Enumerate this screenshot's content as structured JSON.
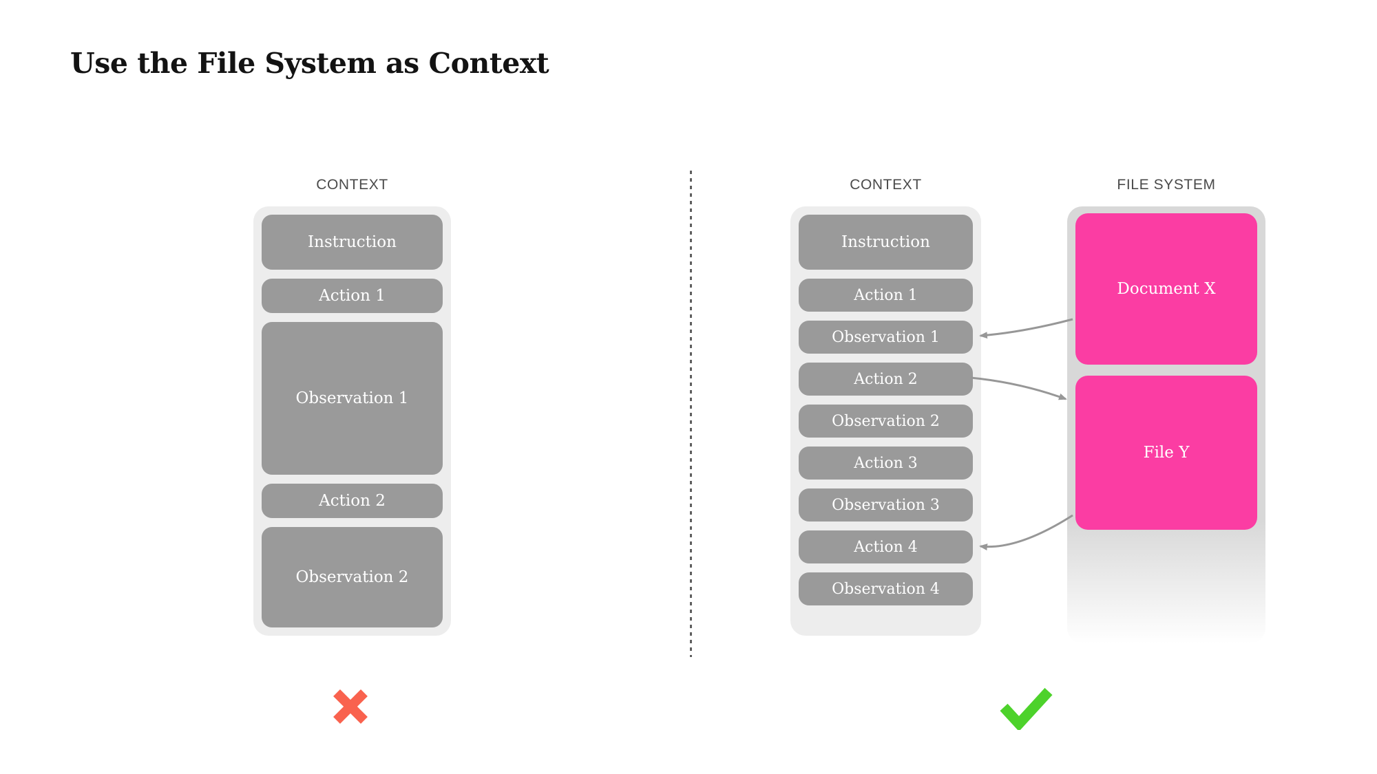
{
  "title": "Use the File System as Context",
  "left_panel": {
    "label": "CONTEXT",
    "boxes": [
      {
        "label": "Instruction"
      },
      {
        "label": "Action 1"
      },
      {
        "label": "Observation 1"
      },
      {
        "label": "Action 2"
      },
      {
        "label": "Observation 2"
      }
    ],
    "verdict_icon": "cross-icon"
  },
  "right_panel": {
    "context": {
      "label": "CONTEXT",
      "boxes": [
        {
          "label": "Instruction"
        },
        {
          "label": "Action 1"
        },
        {
          "label": "Observation 1"
        },
        {
          "label": "Action 2"
        },
        {
          "label": "Observation 2"
        },
        {
          "label": "Action 3"
        },
        {
          "label": "Observation 3"
        },
        {
          "label": "Action 4"
        },
        {
          "label": "Observation 4"
        }
      ]
    },
    "file_system": {
      "label": "FILE SYSTEM",
      "files": [
        {
          "label": "Document X"
        },
        {
          "label": "File Y"
        }
      ]
    },
    "verdict_icon": "check-icon"
  },
  "arrows": [
    {
      "from": "Document X",
      "to": "Observation 1"
    },
    {
      "from": "Action 2",
      "to": "File Y"
    },
    {
      "from": "File Y",
      "to": "Action 4"
    }
  ],
  "colors": {
    "pink_file": "#fb3da3",
    "gray_node": "#9a9a9a",
    "gray_context_container": "#ededed",
    "gray_file_container": "#d8d8d8",
    "arrow_gray": "#979797",
    "cross_red": "#f9624e",
    "check_green": "#4dd22b",
    "label_gray": "#4a4a4a"
  }
}
